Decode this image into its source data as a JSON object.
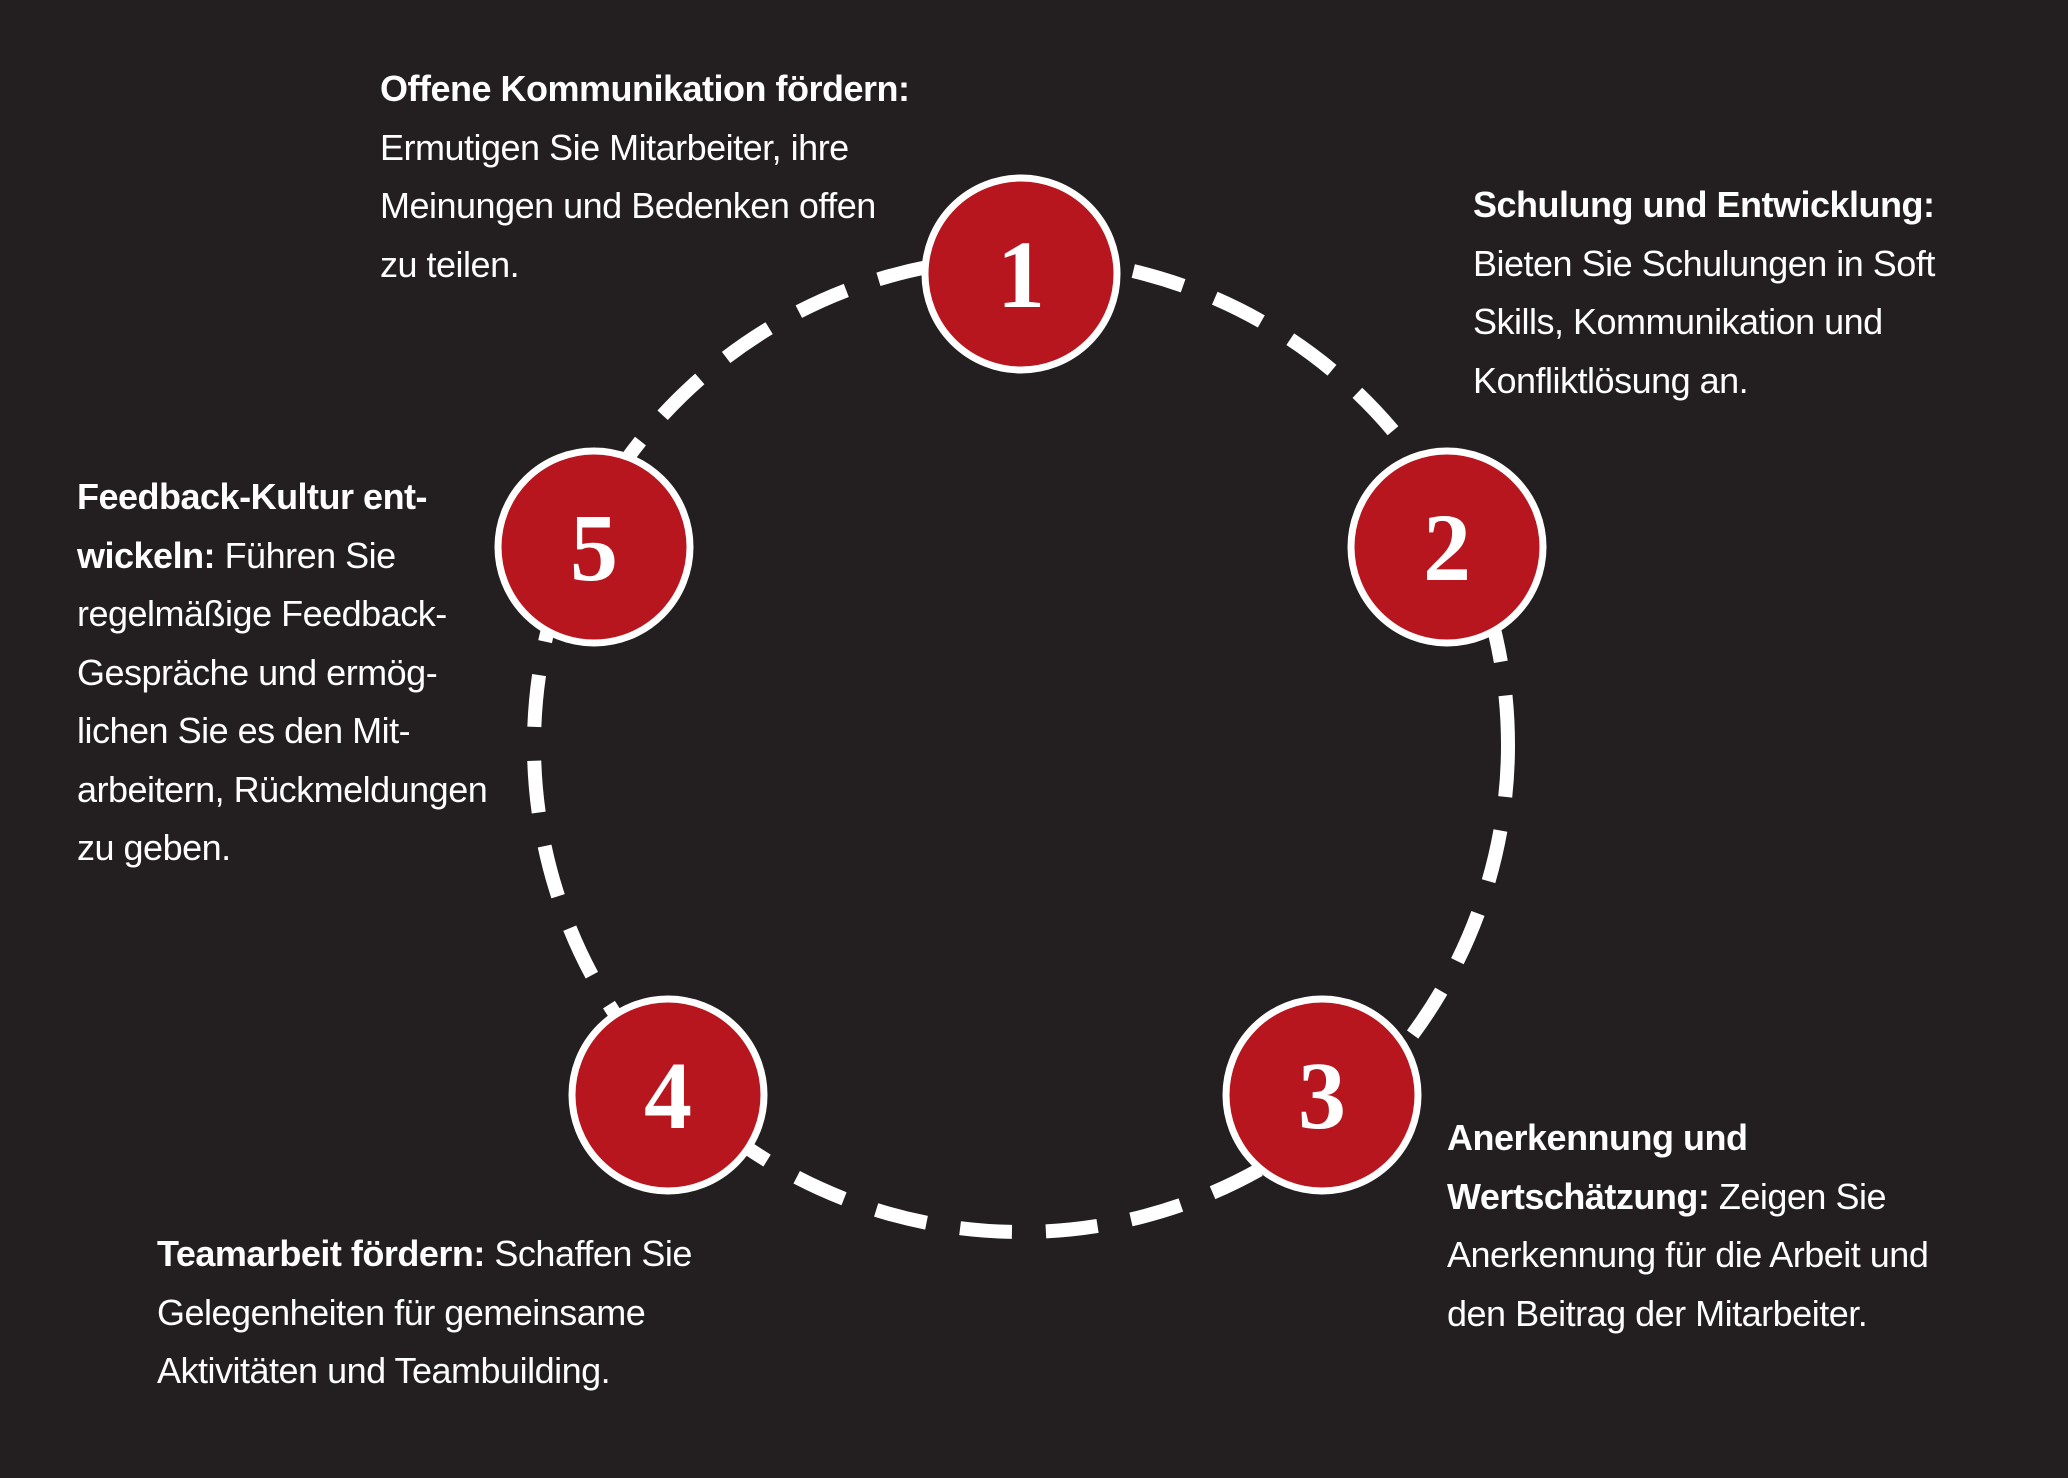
{
  "colors": {
    "background": "#231f20",
    "node_fill": "#b8161f",
    "node_stroke": "#ffffff",
    "ring_dash": "#ffffff",
    "text": "#ffffff"
  },
  "nodes": [
    {
      "number": "1"
    },
    {
      "number": "2"
    },
    {
      "number": "3"
    },
    {
      "number": "4"
    },
    {
      "number": "5"
    }
  ],
  "blocks": {
    "b1": {
      "lines": [
        {
          "hl": "Offene Kommunikation fördern:",
          "text": ""
        },
        {
          "hl": "",
          "text": "Ermutigen Sie Mitarbeiter, ihre"
        },
        {
          "hl": "",
          "text": "Meinungen und Bedenken offen"
        },
        {
          "hl": "",
          "text": "zu teilen."
        }
      ]
    },
    "b2": {
      "lines": [
        {
          "hl": "Schulung und Entwicklung:",
          "text": ""
        },
        {
          "hl": "",
          "text": "Bieten Sie Schulungen in Soft"
        },
        {
          "hl": "",
          "text": "Skills, Kommunikation und"
        },
        {
          "hl": "",
          "text": "Konfliktlösung an."
        }
      ]
    },
    "b3": {
      "lines": [
        {
          "hl": "Anerkennung und",
          "text": ""
        },
        {
          "hl": "Wertschätzung:",
          "text": " Zeigen Sie"
        },
        {
          "hl": "",
          "text": "Anerkennung für die Arbeit und"
        },
        {
          "hl": "",
          "text": "den Beitrag der Mitarbeiter."
        }
      ]
    },
    "b4": {
      "lines": [
        {
          "hl": "Teamarbeit fördern:",
          "text": " Schaffen Sie"
        },
        {
          "hl": "",
          "text": "Gelegenheiten für gemeinsame"
        },
        {
          "hl": "",
          "text": "Aktivitäten und Teambuilding."
        }
      ]
    },
    "b5": {
      "lines": [
        {
          "hl": "Feedback-Kultur ent-",
          "text": ""
        },
        {
          "hl": "wickeln:",
          "text": " Führen Sie"
        },
        {
          "hl": "",
          "text": "regelmäßige Feedback-"
        },
        {
          "hl": "",
          "text": "Gespräche und ermög-"
        },
        {
          "hl": "",
          "text": "lichen Sie es den Mit-"
        },
        {
          "hl": "",
          "text": "arbeitern, Rückmeldungen"
        },
        {
          "hl": "",
          "text": "zu geben."
        }
      ]
    }
  }
}
